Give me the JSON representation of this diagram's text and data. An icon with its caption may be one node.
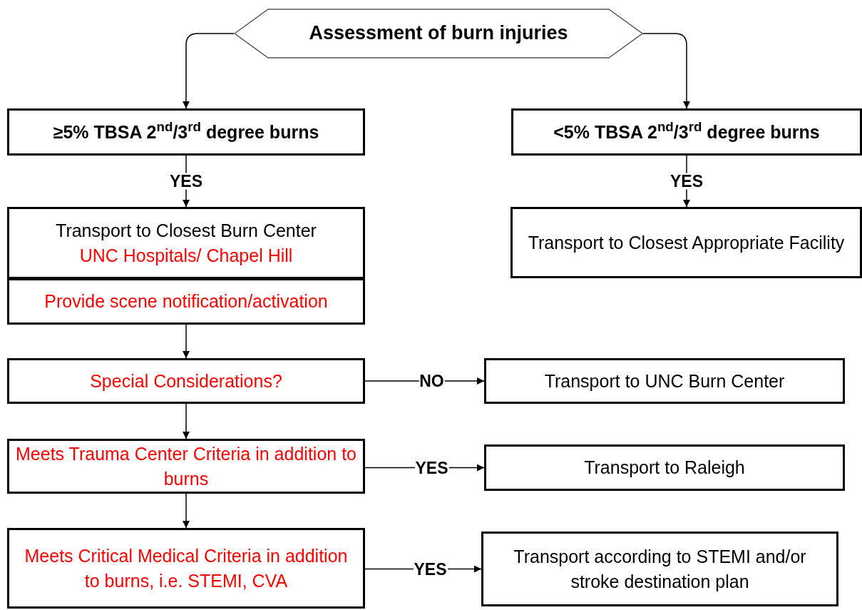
{
  "diagram": {
    "nodes": [
      {
        "text": [
          "Assessment of burn injuries"
        ]
      },
      {
        "text": [
          "≥5% TBSA 2$^{nd}$/3$^{rd}$ degree burns"
        ]
      },
      {
        "text": [
          "<5% TBSA 2$^{nd}$/3$^{rd}$ degree burns"
        ]
      },
      {
        "text": [
          "Transport to Closest Burn Center",
          "UNC Hospitals/ Chapel Hill"
        ]
      },
      {
        "text": [
          "Provide scene notification/activation"
        ]
      },
      {
        "text": [
          "Transport to Closest Appropriate Facility"
        ]
      },
      {
        "text": [
          "Special Considerations?"
        ]
      },
      {
        "text": [
          "Transport to UNC Burn Center"
        ]
      },
      {
        "text": [
          "Meets Trauma Center Criteria in addition to burns"
        ]
      },
      {
        "text": [
          "Transport to Raleigh"
        ]
      },
      {
        "text": [
          "Meets Critical Medical Criteria in addition to burns, i.e. STEMI, CVA"
        ]
      },
      {
        "text": [
          "Transport according to STEMI and/or stroke destination plan"
        ]
      }
    ],
    "edges": [
      {
        "from": 0,
        "to": 1,
        "arrow": "to"
      },
      {
        "from": 0,
        "to": 2,
        "arrow": "to"
      },
      {
        "from": 1,
        "to": 3,
        "arrow": "to",
        "label": "YES"
      },
      {
        "from": 2,
        "to": 5,
        "arrow": "to",
        "label": "YES"
      },
      {
        "from": 4,
        "to": 6,
        "arrow": "to"
      },
      {
        "from": 6,
        "to": 7,
        "arrow": "to",
        "label": "NO"
      },
      {
        "from": 6,
        "to": 8,
        "arrow": "to"
      },
      {
        "from": 8,
        "to": 9,
        "arrow": "to",
        "label": "YES"
      },
      {
        "from": 8,
        "to": 10,
        "arrow": "to"
      },
      {
        "from": 10,
        "to": 11,
        "arrow": "to",
        "label": "YES"
      }
    ]
  }
}
